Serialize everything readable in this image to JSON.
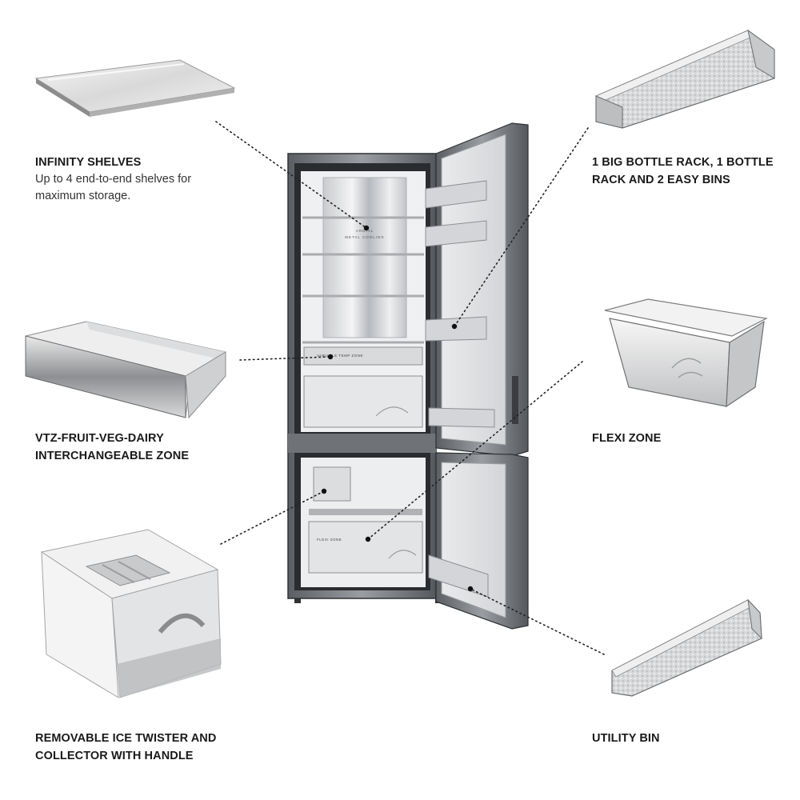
{
  "labels": {
    "infinity": {
      "title": "INFINITY SHELVES",
      "desc_line1": "Up to 4 end-to-end shelves for",
      "desc_line2": "maximum storage."
    },
    "bottle": {
      "line1": "1 BIG BOTTLE RACK, 1 BOTTLE",
      "line2": "RACK AND 2 EASY BINS"
    },
    "vtz": {
      "line1": "VTZ-FRUIT-VEG-DAIRY",
      "line2": "INTERCHANGEABLE ZONE"
    },
    "flexi": {
      "line1": "FLEXI ZONE"
    },
    "ice": {
      "line1": "REMOVABLE ICE TWISTER AND",
      "line2": "COLLECTOR WITH HANDLE"
    },
    "utility": {
      "line1": "UTILITY BIN"
    }
  },
  "fridge_text": {
    "back_panel_line1": "ARDIAL",
    "back_panel_line2": "METAL COOLING",
    "vtz_drawer": "VARIABLE TEMP ZONE",
    "flexi_drawer": "FLEXI ZONE"
  },
  "colors": {
    "steel": "#8a8d92",
    "steel_dark": "#3f4247",
    "interior": "#f1f2f3",
    "label_text": "#1a1a1a"
  }
}
